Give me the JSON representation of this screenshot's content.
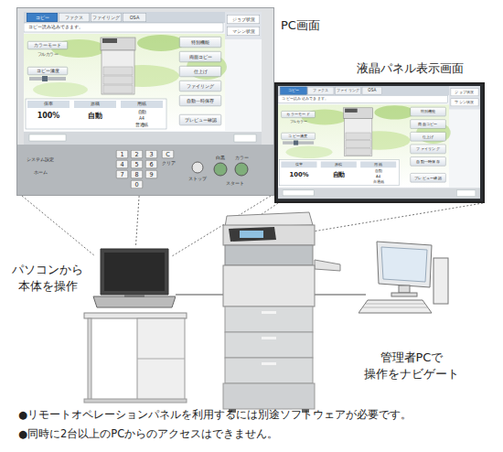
{
  "diagram": {
    "nodes": [
      {
        "text": [
          "PC画面"
        ]
      },
      {
        "text": [
          "液晶パネル表示画面"
        ]
      },
      {
        "text": [
          "パソコンから 本体を操作"
        ]
      },
      {
        "text": [
          "管理者PCで 操作をナビゲート"
        ]
      }
    ],
    "edges": [
      {
        "from": 0,
        "to": 2,
        "arrow": "none"
      }
    ],
    "labels": [
      "コピー",
      "ファクス",
      "ファイリング",
      "OSA",
      "ジョブ状況",
      "マシン状況",
      "コピー読み込みできます。",
      "カラーモード",
      "フルカラー",
      "コピー濃度",
      "特別機能",
      "両面コピー",
      "仕上げ",
      "ファイリング",
      "自動一時保存",
      "倍率",
      "100%",
      "原稿",
      "自動",
      "用紙",
      "自動",
      "A4",
      "普通紙",
      "プレビュー確認",
      "システム設定",
      "ホーム",
      "1",
      "2",
      "3",
      "4",
      "5",
      "6",
      "7",
      "8",
      "9",
      "0",
      "C",
      "クリア",
      "ストップ",
      "白黒",
      "カラー",
      "スタート",
      "コピー",
      "ファクス",
      "ファイリング",
      "OSA",
      "ジョブ状況",
      "マシン状況",
      "コピー読み込みできます。",
      "カラーモード",
      "フルカラー",
      "コピー濃度",
      "特別機能",
      "両面コピー",
      "仕上げ",
      "ファイリング",
      "自動一時保存",
      "倍率",
      "100%",
      "原稿",
      "自動",
      "用紙",
      "自動",
      "A4",
      "普通紙",
      "プレビュー確認",
      "●リモートオペレーションパネルを利用するには別途ソフトウェアが必要です。",
      "●同時に2台以上のPCからのアクセスはできません。"
    ]
  }
}
